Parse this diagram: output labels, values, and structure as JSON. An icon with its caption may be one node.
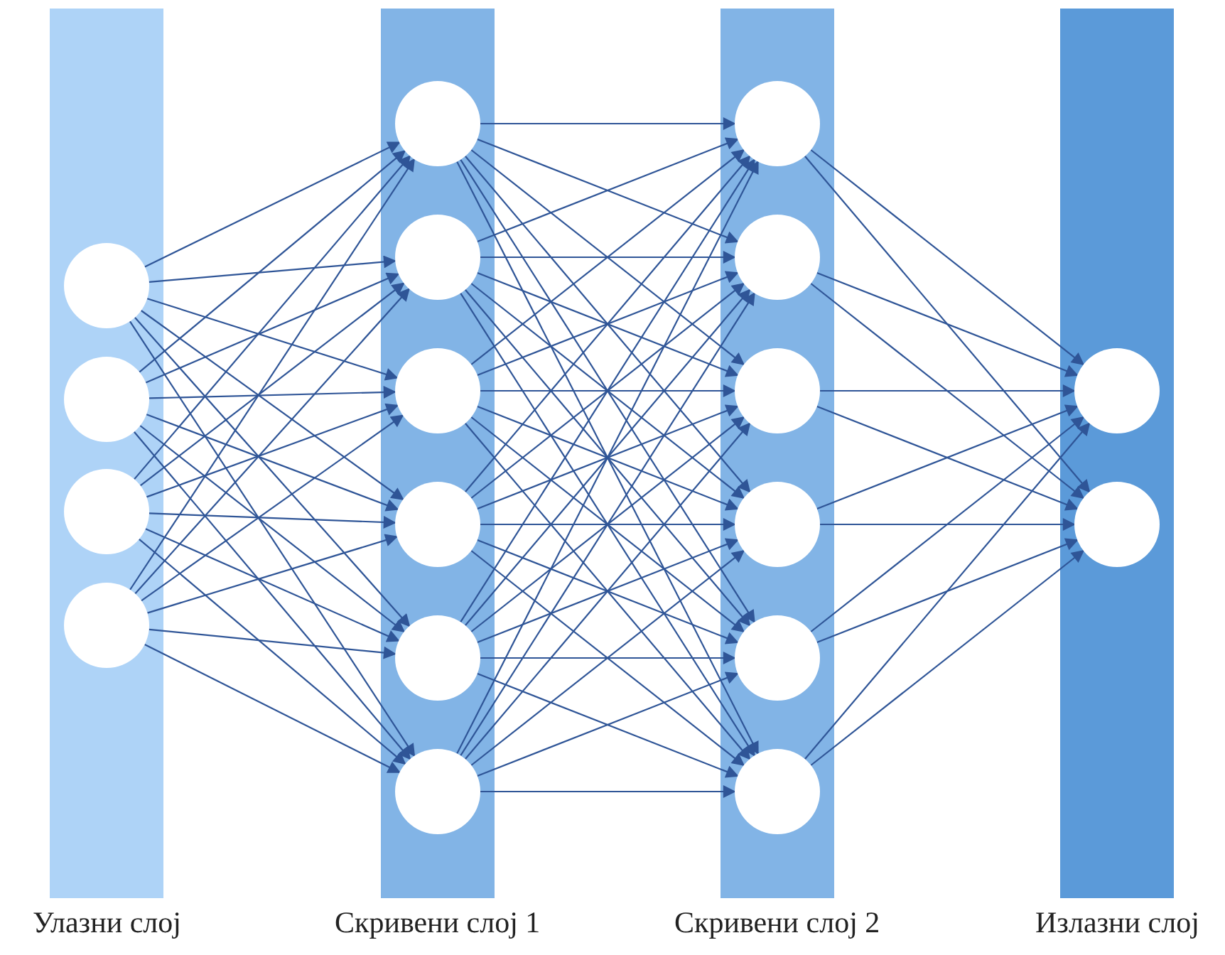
{
  "diagram": {
    "nodes": [
      {
        "text": [
          "Улазни слој"
        ]
      },
      {
        "text": [],
        "shape": "circle",
        "in": 0
      },
      {
        "text": [],
        "shape": "circle",
        "in": 0
      },
      {
        "text": [],
        "shape": "circle",
        "in": 0
      },
      {
        "text": [],
        "shape": "circle",
        "in": 0
      },
      {
        "text": [
          "Скривени слој 1"
        ]
      },
      {
        "text": [],
        "shape": "circle",
        "in": 5
      },
      {
        "text": [],
        "shape": "circle",
        "in": 5
      },
      {
        "text": [],
        "shape": "circle",
        "in": 5
      },
      {
        "text": [],
        "shape": "circle",
        "in": 5
      },
      {
        "text": [],
        "shape": "circle",
        "in": 5
      },
      {
        "text": [],
        "shape": "circle",
        "in": 5
      },
      {
        "text": [
          "Скривени слој 2"
        ]
      },
      {
        "text": [],
        "shape": "circle",
        "in": 12
      },
      {
        "text": [],
        "shape": "circle",
        "in": 12
      },
      {
        "text": [],
        "shape": "circle",
        "in": 12
      },
      {
        "text": [],
        "shape": "circle",
        "in": 12
      },
      {
        "text": [],
        "shape": "circle",
        "in": 12
      },
      {
        "text": [],
        "shape": "circle",
        "in": 12
      },
      {
        "text": [
          "Излазни слој"
        ]
      },
      {
        "text": [],
        "shape": "circle",
        "in": 19
      },
      {
        "text": [],
        "shape": "circle",
        "in": 19
      }
    ],
    "edges": [
      {
        "from": 1,
        "to": 6,
        "arrow": "to"
      },
      {
        "from": 1,
        "to": 7,
        "arrow": "to"
      },
      {
        "from": 1,
        "to": 8,
        "arrow": "to"
      },
      {
        "from": 1,
        "to": 9,
        "arrow": "to"
      },
      {
        "from": 1,
        "to": 10,
        "arrow": "to"
      },
      {
        "from": 1,
        "to": 11,
        "arrow": "to"
      },
      {
        "from": 2,
        "to": 6,
        "arrow": "to"
      },
      {
        "from": 2,
        "to": 7,
        "arrow": "to"
      },
      {
        "from": 2,
        "to": 8,
        "arrow": "to"
      },
      {
        "from": 2,
        "to": 9,
        "arrow": "to"
      },
      {
        "from": 2,
        "to": 10,
        "arrow": "to"
      },
      {
        "from": 2,
        "to": 11,
        "arrow": "to"
      },
      {
        "from": 3,
        "to": 6,
        "arrow": "to"
      },
      {
        "from": 3,
        "to": 7,
        "arrow": "to"
      },
      {
        "from": 3,
        "to": 8,
        "arrow": "to"
      },
      {
        "from": 3,
        "to": 9,
        "arrow": "to"
      },
      {
        "from": 3,
        "to": 10,
        "arrow": "to"
      },
      {
        "from": 3,
        "to": 11,
        "arrow": "to"
      },
      {
        "from": 4,
        "to": 6,
        "arrow": "to"
      },
      {
        "from": 4,
        "to": 7,
        "arrow": "to"
      },
      {
        "from": 4,
        "to": 8,
        "arrow": "to"
      },
      {
        "from": 4,
        "to": 9,
        "arrow": "to"
      },
      {
        "from": 4,
        "to": 10,
        "arrow": "to"
      },
      {
        "from": 4,
        "to": 11,
        "arrow": "to"
      },
      {
        "from": 6,
        "to": 13,
        "arrow": "to"
      },
      {
        "from": 6,
        "to": 14,
        "arrow": "to"
      },
      {
        "from": 6,
        "to": 15,
        "arrow": "to"
      },
      {
        "from": 6,
        "to": 16,
        "arrow": "to"
      },
      {
        "from": 6,
        "to": 17,
        "arrow": "to"
      },
      {
        "from": 6,
        "to": 18,
        "arrow": "to"
      },
      {
        "from": 7,
        "to": 13,
        "arrow": "to"
      },
      {
        "from": 7,
        "to": 14,
        "arrow": "to"
      },
      {
        "from": 7,
        "to": 15,
        "arrow": "to"
      },
      {
        "from": 7,
        "to": 16,
        "arrow": "to"
      },
      {
        "from": 7,
        "to": 17,
        "arrow": "to"
      },
      {
        "from": 7,
        "to": 18,
        "arrow": "to"
      },
      {
        "from": 8,
        "to": 13,
        "arrow": "to"
      },
      {
        "from": 8,
        "to": 14,
        "arrow": "to"
      },
      {
        "from": 8,
        "to": 15,
        "arrow": "to"
      },
      {
        "from": 8,
        "to": 16,
        "arrow": "to"
      },
      {
        "from": 8,
        "to": 17,
        "arrow": "to"
      },
      {
        "from": 8,
        "to": 18,
        "arrow": "to"
      },
      {
        "from": 9,
        "to": 13,
        "arrow": "to"
      },
      {
        "from": 9,
        "to": 14,
        "arrow": "to"
      },
      {
        "from": 9,
        "to": 15,
        "arrow": "to"
      },
      {
        "from": 9,
        "to": 16,
        "arrow": "to"
      },
      {
        "from": 9,
        "to": 17,
        "arrow": "to"
      },
      {
        "from": 9,
        "to": 18,
        "arrow": "to"
      },
      {
        "from": 10,
        "to": 13,
        "arrow": "to"
      },
      {
        "from": 10,
        "to": 14,
        "arrow": "to"
      },
      {
        "from": 10,
        "to": 15,
        "arrow": "to"
      },
      {
        "from": 10,
        "to": 16,
        "arrow": "to"
      },
      {
        "from": 10,
        "to": 17,
        "arrow": "to"
      },
      {
        "from": 10,
        "to": 18,
        "arrow": "to"
      },
      {
        "from": 11,
        "to": 13,
        "arrow": "to"
      },
      {
        "from": 11,
        "to": 14,
        "arrow": "to"
      },
      {
        "from": 11,
        "to": 15,
        "arrow": "to"
      },
      {
        "from": 11,
        "to": 16,
        "arrow": "to"
      },
      {
        "from": 11,
        "to": 17,
        "arrow": "to"
      },
      {
        "from": 11,
        "to": 18,
        "arrow": "to"
      },
      {
        "from": 13,
        "to": 20,
        "arrow": "to"
      },
      {
        "from": 13,
        "to": 21,
        "arrow": "to"
      },
      {
        "from": 14,
        "to": 20,
        "arrow": "to"
      },
      {
        "from": 14,
        "to": 21,
        "arrow": "to"
      },
      {
        "from": 15,
        "to": 20,
        "arrow": "to"
      },
      {
        "from": 15,
        "to": 21,
        "arrow": "to"
      },
      {
        "from": 16,
        "to": 20,
        "arrow": "to"
      },
      {
        "from": 16,
        "to": 21,
        "arrow": "to"
      },
      {
        "from": 17,
        "to": 20,
        "arrow": "to"
      },
      {
        "from": 17,
        "to": 21,
        "arrow": "to"
      },
      {
        "from": 18,
        "to": 20,
        "arrow": "to"
      },
      {
        "from": 18,
        "to": 21,
        "arrow": "to"
      }
    ]
  }
}
